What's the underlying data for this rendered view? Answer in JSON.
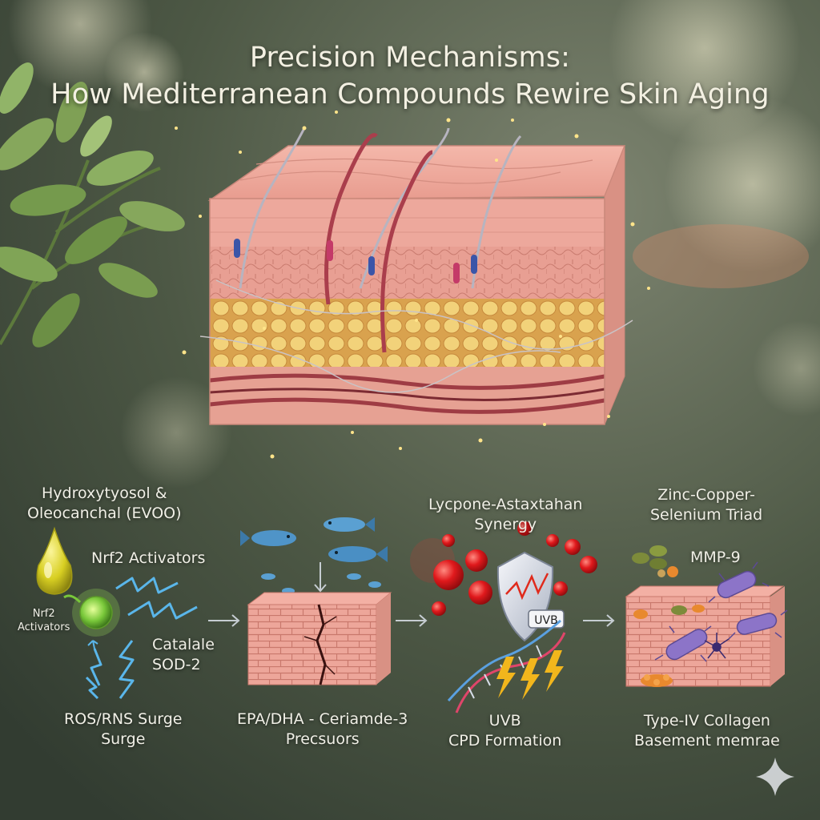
{
  "title": {
    "line1": "Precision Mechanisms:",
    "line2": "How Mediterranean Compounds Rewire Skin Aging"
  },
  "stages": [
    {
      "heading_line1": "Hydroxytyosol &",
      "heading_line2": "Oleocanchal (EVOO)",
      "activator_label": "Nrf2 Activators",
      "droplet_label_line1": "Nrf2",
      "droplet_label_line2": "Activators",
      "enzyme_line1": "Catalale",
      "enzyme_line2": "SOD-2",
      "bottom_line1": "ROS/RNS Surge",
      "bottom_line2": "Surge"
    },
    {
      "bottom_line1": "EPA/DHA - Ceriamde-3",
      "bottom_line2": "Precsuors"
    },
    {
      "heading_line1": "Lycpone-Astaxtahan",
      "heading_line2": "Synergy",
      "shield_label": "UVB",
      "bottom_line1": "UVB",
      "bottom_line2": "CPD Formation"
    },
    {
      "heading_line1": "Zinc-Copper-",
      "heading_line2": "Selenium Triad",
      "enzyme_label": "MMP-9",
      "bottom_line1": "Type-IV Collagen",
      "bottom_line2": "Basement memrae"
    }
  ],
  "icons": {
    "droplet": "oil-droplet-icon",
    "fish": "fish-icon",
    "shield": "shield-icon",
    "dna": "dna-helix-icon",
    "lightning": "lightning-icon",
    "sparkle": "sparkle-icon",
    "arrow": "arrow-right-icon"
  },
  "colors": {
    "background": "#3f4a3a",
    "title": "#f3f0e2",
    "skin": "#eea89c",
    "fat": "#f0cf72",
    "oil": "#d8cf22",
    "antioxidant": "#e0191c",
    "bacteria": "#8c74c8",
    "lightning": "#f2b61c",
    "ros": "#5ab6ea"
  }
}
